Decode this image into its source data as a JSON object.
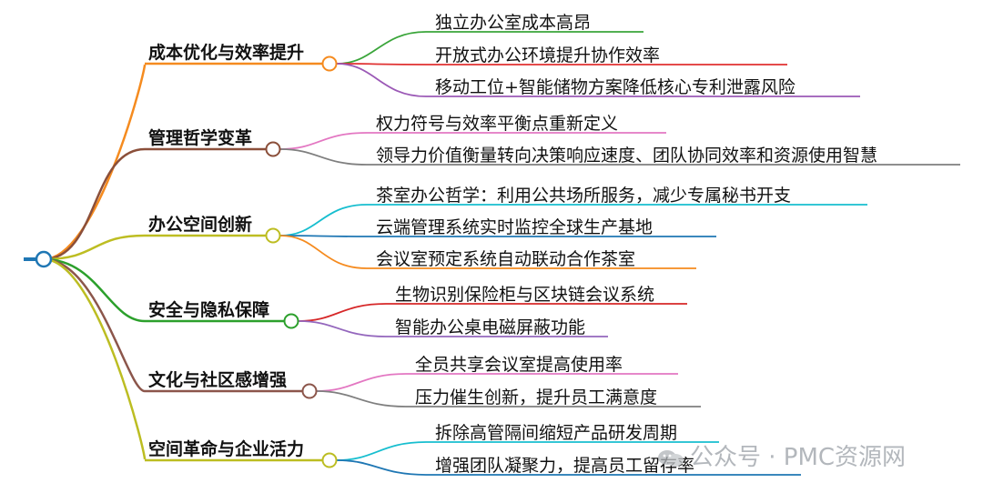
{
  "branches": [
    {
      "label": "成本优化与效率提升",
      "color": "#f58b1f",
      "leaves": [
        {
          "label": "独立办公室成本高昂",
          "color": "#3aa53a"
        },
        {
          "label": "开放式办公环境提升协作效率",
          "color": "#e03131"
        },
        {
          "label": "移动工位+智能储物方案降低核心专利泄露风险",
          "color": "#9b59b6"
        }
      ]
    },
    {
      "label": "管理哲学变革",
      "color": "#8b4f3a",
      "leaves": [
        {
          "label": "权力符号与效率平衡点重新定义",
          "color": "#e377c2"
        },
        {
          "label": "领导力价值衡量转向决策响应速度、团队协同效率和资源使用智慧",
          "color": "#7f7f7f"
        }
      ]
    },
    {
      "label": "办公空间创新",
      "color": "#bdbd22",
      "leaves": [
        {
          "label": "茶室办公哲学：利用公共场所服务，减少专属秘书开支",
          "color": "#17becf"
        },
        {
          "label": "云端管理系统实时监控全球生产基地",
          "color": "#1f77b4"
        },
        {
          "label": "会议室预定系统自动联动合作茶室",
          "color": "#f58b1f"
        }
      ]
    },
    {
      "label": "安全与隐私保障",
      "color": "#2ca02c",
      "leaves": [
        {
          "label": "生物识别保险柜与区块链会议系统",
          "color": "#d62728"
        },
        {
          "label": "智能办公桌电磁屏蔽功能",
          "color": "#9467bd"
        }
      ]
    },
    {
      "label": "文化与社区感增强",
      "color": "#8c564b",
      "leaves": [
        {
          "label": "全员共享会议室提高使用率",
          "color": "#e377c2"
        },
        {
          "label": "压力催生创新，提升员工满意度",
          "color": "#7f7f7f"
        }
      ]
    },
    {
      "label": "空间革命与企业活力",
      "color": "#bcbd22",
      "leaves": [
        {
          "label": "拆除高管隔间缩短产品研发周期",
          "color": "#17becf"
        },
        {
          "label": "增强团队凝聚力，提高员工留存率",
          "color": "#1f77b4"
        }
      ]
    }
  ],
  "watermark": "公众号 · PMC资源网",
  "colors": {
    "root": "#1f77b4"
  }
}
